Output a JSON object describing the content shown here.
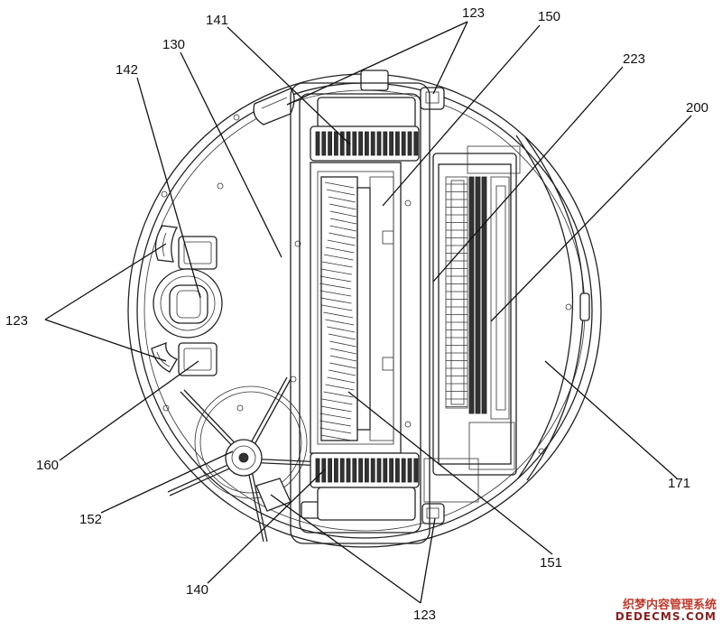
{
  "figure": {
    "labels": {
      "l123_top": "123",
      "l141": "141",
      "l130": "130",
      "l142": "142",
      "l150": "150",
      "l223": "223",
      "l200": "200",
      "l123_left": "123",
      "l160": "160",
      "l152": "152",
      "l140": "140",
      "l123_bottom": "123",
      "l151": "151",
      "l171": "171"
    }
  },
  "watermark": {
    "line1": "织梦内容管理系统",
    "line2": "DEDECMS.COM"
  }
}
